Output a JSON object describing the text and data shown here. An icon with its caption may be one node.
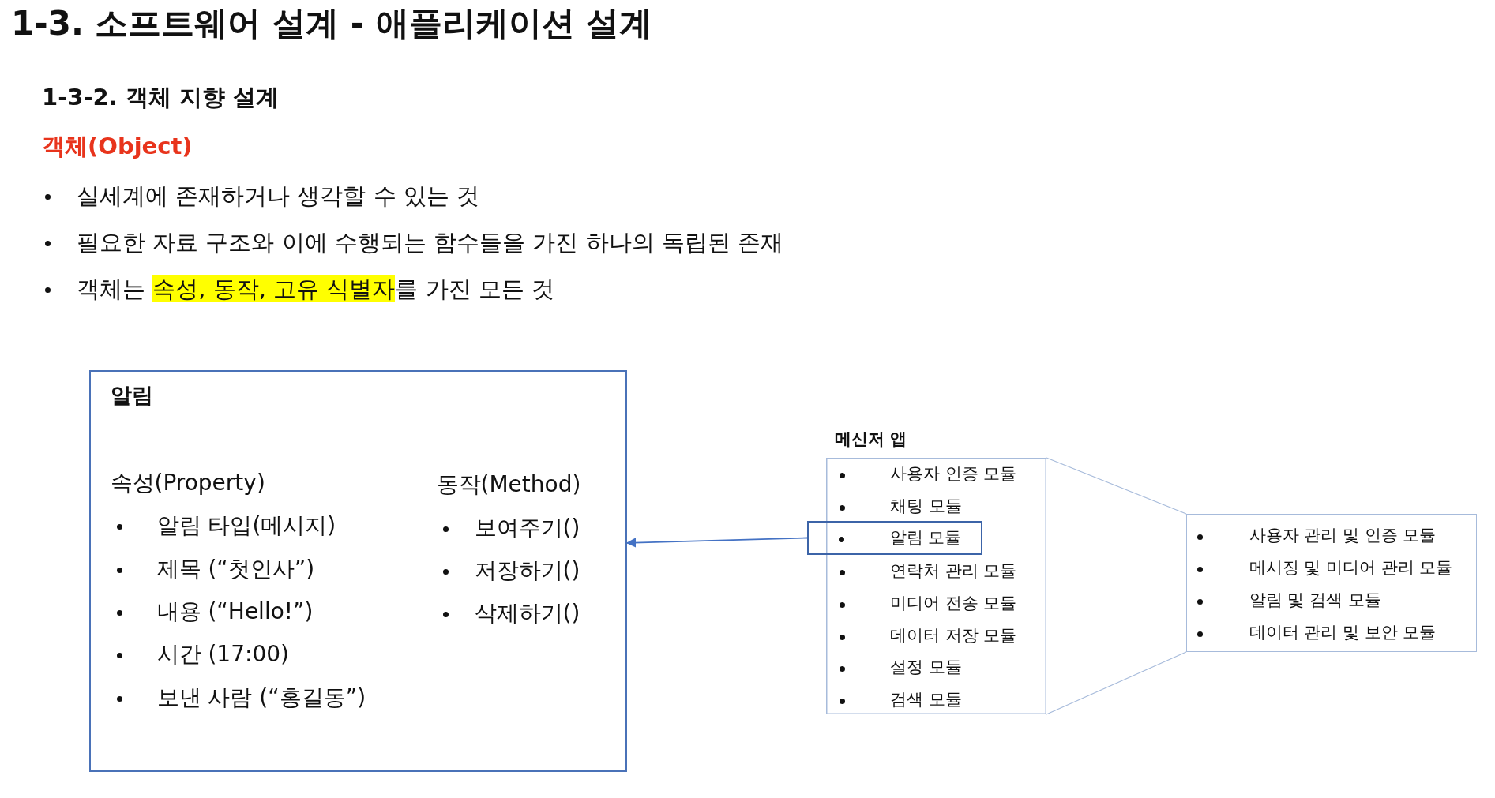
{
  "diagram": {
    "title": "1-3. 소프트웨어 설계 - 애플리케이션 설계",
    "nodes": [
      {
        "text": [
          "알림",
          "속성(Property)",
          "알림 타입(메시지)",
          "제목 (“첫인사”)",
          "내용 (“Hello!”)",
          "시간 (17:00)",
          "보낸 사람 (“홍길동”)",
          "동작(Method)",
          "보여주기()",
          "저장하기()",
          "삭제하기()"
        ]
      },
      {
        "text": [
          "메신저 앱",
          "사용자 인증 모듈",
          "채팅 모듈",
          "연락처 관리 모듈",
          "미디어 전송 모듈",
          "데이터 저장 모듈",
          "설정 모듈",
          "검색 모듈"
        ]
      },
      {
        "text": [
          "알림 모듈"
        ]
      },
      {
        "text": [
          "사용자 관리 및 인증 모듈",
          "메시징 및 미디어 관리 모듈",
          "알림 및 검색 모듈",
          "데이터 관리 및 보안 모듈"
        ]
      }
    ],
    "edges": [
      {
        "from": 2,
        "to": 0,
        "arrow": "to",
        "color": "#4472c4"
      },
      {
        "from": 1,
        "to": 3,
        "arrow": "none"
      },
      {
        "from": 1,
        "to": 3,
        "arrow": "none"
      }
    ],
    "labels": [
      "1-3-2. 객체 지향 설계",
      "객체(Object)",
      "실세계에 존재하거나 생각할 수 있는 것",
      "필요한 자료 구조와 이에 수행되는 함수들을 가진 하나의 독립된 존재",
      "객체는 **속성, 동작, 고유 식별자**를 가진 모든 것"
    ]
  }
}
